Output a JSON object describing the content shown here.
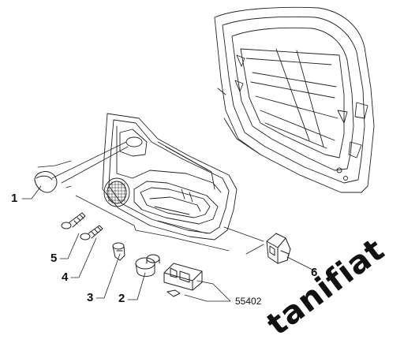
{
  "callouts": {
    "c1": "1",
    "c2": "2",
    "c3": "3",
    "c4": "4",
    "c5": "5",
    "c6": "6"
  },
  "part_number": "55402",
  "watermark": "tanifiat",
  "colors": {
    "line": "#222222",
    "text": "#111111",
    "background": "#ffffff"
  }
}
